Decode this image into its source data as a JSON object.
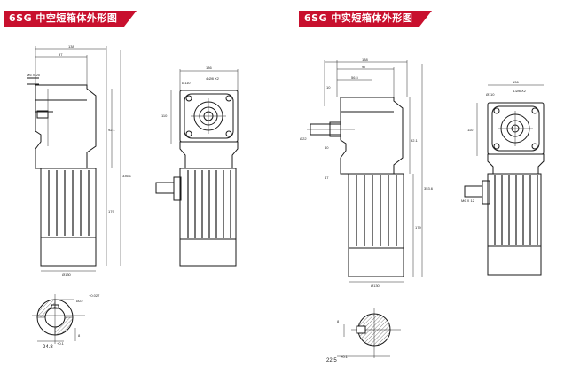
{
  "banners": {
    "left": "6SG 中空短箱体外形图",
    "right": "6SG 中实短箱体外形图"
  },
  "left_drawing": {
    "dims": {
      "top_overall": "138",
      "top_a": "97",
      "right_b": "92.1",
      "right_c": "336.1",
      "right_d": "179",
      "shaft_label": "M6 X 25",
      "bottom_w": "Ø130"
    },
    "front": {
      "top_w": "136",
      "hole": "4-Ø8 X2",
      "left_h": "110",
      "left_dia": "Ø110"
    },
    "section": {
      "bore": "Ø22",
      "tol": "+0.027",
      "key_w": "8",
      "depth": "24.8",
      "depth_tol": "+0.1"
    }
  },
  "right_drawing": {
    "dims": {
      "top_overall": "138",
      "top_a": "97",
      "top_b": "56.5",
      "left_a": "10",
      "left_b": "40",
      "left_c": "47",
      "shaft": "Ø22",
      "right_b": "92.1",
      "right_c": "353.6",
      "right_d": "179",
      "bottom_w": "Ø130",
      "label": "M6 X 12"
    },
    "front": {
      "top_w": "136",
      "hole": "4-Ø8 X2",
      "left_h": "110",
      "left_dia": "Ø110"
    },
    "section": {
      "key_w": "8",
      "depth": "22.5",
      "depth_tol": "+0.1"
    }
  }
}
